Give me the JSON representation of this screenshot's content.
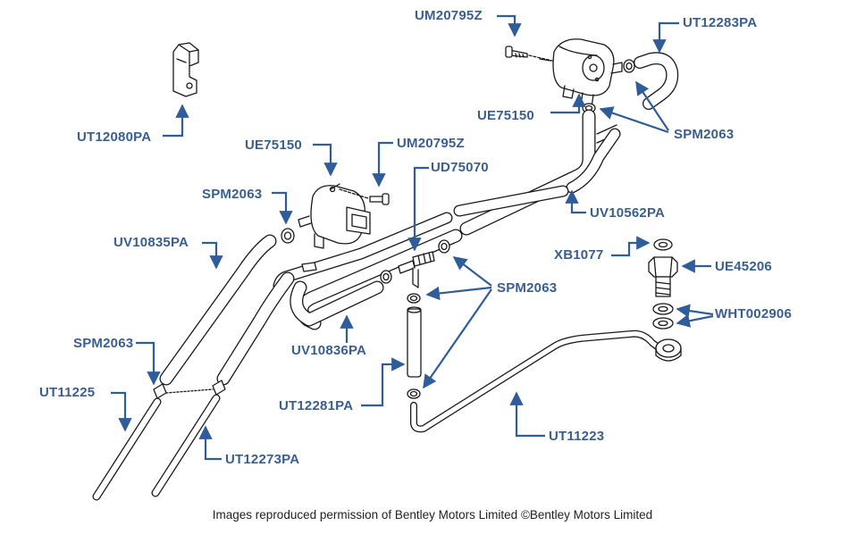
{
  "parts": {
    "um20795z_top": "UM20795Z",
    "ut12283pa": "UT12283PA",
    "ue75150_top": "UE75150",
    "spm2063_top": "SPM2063",
    "ut12080pa": "UT12080PA",
    "ue75150_left": "UE75150",
    "um20795z_left": "UM20795Z",
    "ud75070": "UD75070",
    "spm2063_left": "SPM2063",
    "uv10562pa": "UV10562PA",
    "uv10835pa": "UV10835PA",
    "xb1077": "XB1077",
    "ue45206": "UE45206",
    "spm2063_mid": "SPM2063",
    "wht002906": "WHT002906",
    "uv10836pa": "UV10836PA",
    "spm2063_bottom": "SPM2063",
    "ut11225": "UT11225",
    "ut12281pa": "UT12281PA",
    "ut11223": "UT11223",
    "ut12273pa": "UT12273PA"
  },
  "footer": "Images reproduced permission of Bentley Motors Limited ©Bentley Motors Limited",
  "colors": {
    "label": "#3a5f8e",
    "arrow": "#2f5d9a",
    "line_art": "#1a1a1a"
  }
}
